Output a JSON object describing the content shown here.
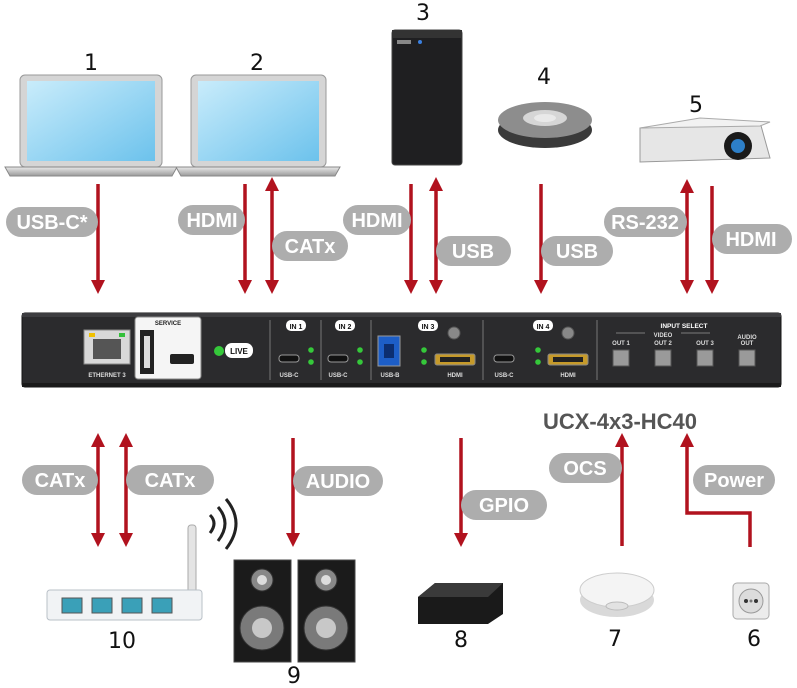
{
  "device_numbers": [
    "1",
    "2",
    "3",
    "4",
    "5",
    "6",
    "7",
    "8",
    "9",
    "10"
  ],
  "connection_labels": {
    "usbc": "USB-C*",
    "hdmi_1": "HDMI",
    "catx_1": "CATx",
    "hdmi_2": "HDMI",
    "usb_1": "USB",
    "usb_2": "USB",
    "rs232": "RS-232",
    "hdmi_3": "HDMI",
    "catx_2": "CATx",
    "catx_3": "CATx",
    "audio": "AUDIO",
    "gpio": "GPIO",
    "ocs": "OCS",
    "power": "Power"
  },
  "model_name": "UCX-4x3-HC40",
  "panel": {
    "ethernet_label": "ETHERNET 3",
    "service_label": "SERVICE",
    "live_label": "LIVE",
    "inputs": [
      "IN 1",
      "IN 2",
      "IN 3",
      "IN 4"
    ],
    "port_labels": {
      "usbc": "USB-C",
      "usbb": "USB-B",
      "hdmi": "HDMI"
    },
    "input_select_title": "INPUT SELECT",
    "video_label": "VIDEO",
    "outs": [
      "OUT 1",
      "OUT 2",
      "OUT 3"
    ],
    "audio_out": [
      "AUDIO",
      "OUT"
    ]
  },
  "colors": {
    "arrow": "#b1121e",
    "pill": "#adadad",
    "panel": "#2b2b2d",
    "led": "#35c83a"
  },
  "icons": [
    "laptop-icon",
    "laptop-icon",
    "pc-tower-icon",
    "speakerphone-icon",
    "projector-icon",
    "power-socket-icon",
    "occupancy-sensor-icon",
    "gpio-box-icon",
    "speakers-icon",
    "network-switch-icon"
  ]
}
